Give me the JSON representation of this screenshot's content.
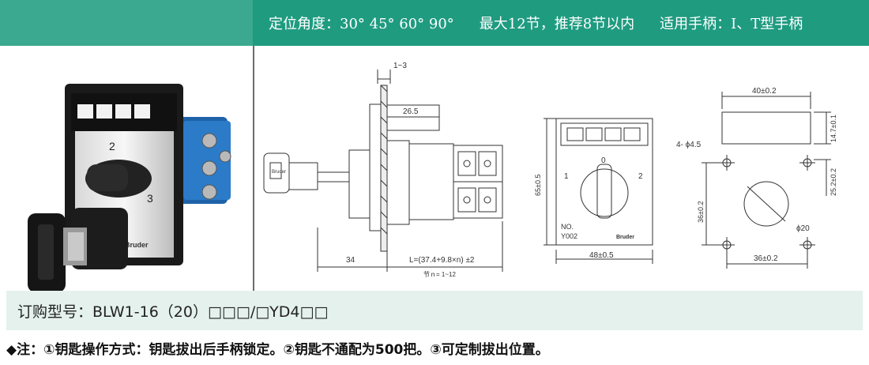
{
  "header": {
    "spec_angle": "定位角度：30° 45° 60° 90°",
    "spec_max": "最大12节，推荐8节以内",
    "spec_handle": "适用手柄：I、T型手柄"
  },
  "product_photo": {
    "pos_2": "2",
    "pos_3": "3",
    "brand": "Bruder"
  },
  "drawing_side": {
    "gap_label": "1~3",
    "depth_label": "26.5",
    "left_len": "34",
    "length_formula": "L=(37.4+9.8×n) ±2",
    "sections": "节ｎ= 1~12",
    "key_brand": "Bruder"
  },
  "drawing_front": {
    "pos_0": "0",
    "pos_1": "1",
    "pos_2": "2",
    "height": "65±0.5",
    "width": "48±0.5",
    "no_label": "NO.",
    "model_code": "Y002",
    "brand": "Bruder"
  },
  "drawing_cutout": {
    "top_width": "40±0.2",
    "top_height": "14.7±0.1",
    "hole_label": "4- ϕ4.5",
    "v_spacing": "25.2±0.2",
    "v_hole": "36±0.2",
    "center_dia": "ϕ20",
    "h_hole": "36±0.2"
  },
  "order": {
    "text": "订购型号：BLW1-16（20）□□□/□YD4□□"
  },
  "note": {
    "text": "◆注：①钥匙操作方式：钥匙拔出后手柄锁定。②钥匙不通配为500把。③可定制拔出位置。"
  }
}
